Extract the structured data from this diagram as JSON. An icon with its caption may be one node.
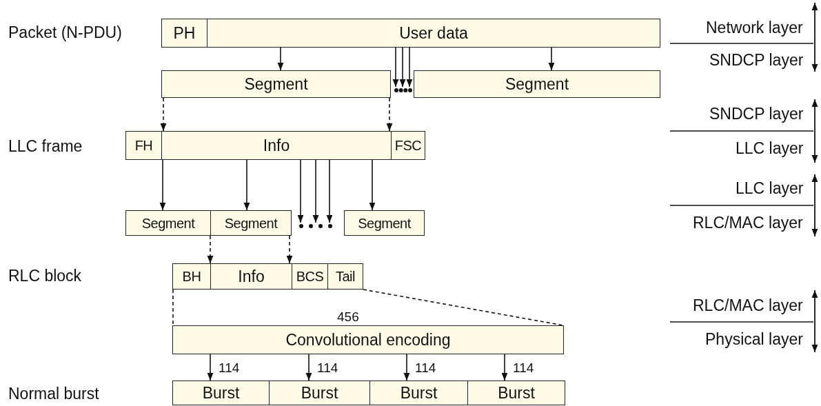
{
  "diagram": {
    "nodes": [
      {
        "text": [
          "PH"
        ]
      },
      {
        "text": [
          "User data"
        ]
      },
      {
        "text": [
          "Segment"
        ]
      },
      {
        "text": [
          "Segment"
        ]
      },
      {
        "text": [
          "FH"
        ]
      },
      {
        "text": [
          "Info"
        ]
      },
      {
        "text": [
          "FSC"
        ]
      },
      {
        "text": [
          "Segment"
        ]
      },
      {
        "text": [
          "Segment"
        ]
      },
      {
        "text": [
          "Segment"
        ]
      },
      {
        "text": [
          "BH"
        ]
      },
      {
        "text": [
          "Info"
        ]
      },
      {
        "text": [
          "BCS"
        ]
      },
      {
        "text": [
          "Tail"
        ]
      },
      {
        "text": [
          "Convolutional encoding"
        ],
        "beside": [
          "456"
        ]
      },
      {
        "text": [
          "Burst"
        ]
      },
      {
        "text": [
          "Burst"
        ]
      },
      {
        "text": [
          "Burst"
        ]
      },
      {
        "text": [
          "Burst"
        ]
      },
      {
        "text": [],
        "shape": "dots"
      },
      {
        "text": [],
        "shape": "dots"
      }
    ],
    "edges": [
      {
        "from": 1,
        "to": 2,
        "arrow": "to"
      },
      {
        "from": 1,
        "to": 19,
        "arrow": "to"
      },
      {
        "from": 1,
        "to": 19,
        "arrow": "to"
      },
      {
        "from": 1,
        "to": 19,
        "arrow": "to"
      },
      {
        "from": 1,
        "to": 3,
        "arrow": "to"
      },
      {
        "from": 2,
        "to": 5,
        "arrow": "to",
        "style": "dashed"
      },
      {
        "from": 2,
        "to": 5,
        "arrow": "to",
        "style": "dashed"
      },
      {
        "from": 5,
        "to": 7,
        "arrow": "to"
      },
      {
        "from": 5,
        "to": 8,
        "arrow": "to"
      },
      {
        "from": 5,
        "to": 20,
        "arrow": "to"
      },
      {
        "from": 5,
        "to": 20,
        "arrow": "to"
      },
      {
        "from": 5,
        "to": 20,
        "arrow": "to"
      },
      {
        "from": 5,
        "to": 9,
        "arrow": "to"
      },
      {
        "from": 7,
        "to": 11,
        "arrow": "to",
        "style": "dashed"
      },
      {
        "from": 8,
        "to": 11,
        "arrow": "to",
        "style": "dashed"
      },
      {
        "from": 10,
        "to": 14,
        "arrow": "none",
        "style": "dashed"
      },
      {
        "from": 13,
        "to": 14,
        "arrow": "none",
        "style": "dashed"
      },
      {
        "from": 14,
        "to": 15,
        "arrow": "to",
        "label": "114"
      },
      {
        "from": 14,
        "to": 16,
        "arrow": "to",
        "label": "114"
      },
      {
        "from": 14,
        "to": 17,
        "arrow": "to",
        "label": "114"
      },
      {
        "from": 14,
        "to": 18,
        "arrow": "to",
        "label": "114"
      }
    ],
    "labels": [
      "Packet (N-PDU)",
      "Network layer",
      "SNDCP layer",
      "SNDCP layer",
      "LLC frame",
      "LLC layer",
      "LLC layer",
      "RLC/MAC layer",
      "RLC block",
      "RLC/MAC layer",
      "Physical layer",
      "Normal burst"
    ]
  }
}
